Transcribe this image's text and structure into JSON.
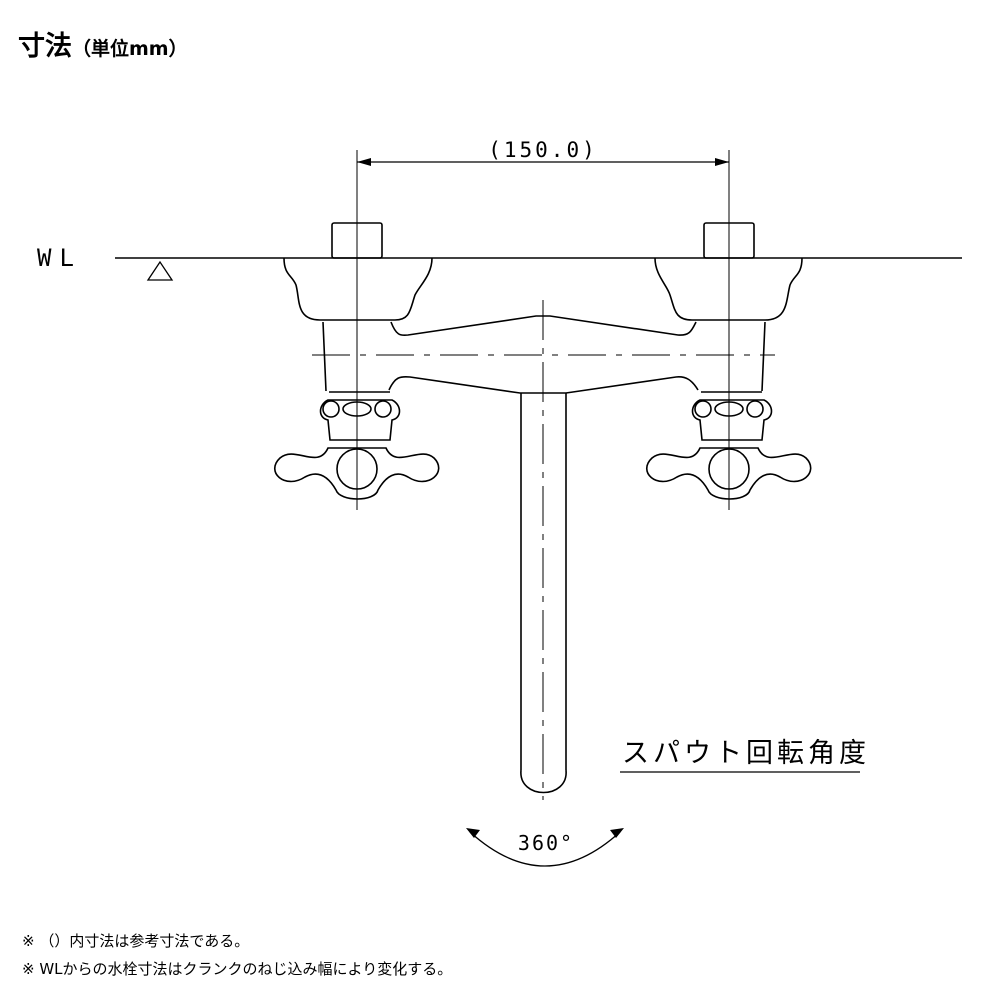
{
  "title": {
    "main": "寸法",
    "unit": "（単位mm）"
  },
  "drawing": {
    "dimension_label": "(150.0)",
    "wl_label": "WL",
    "spout_label": "スパウト回転角度",
    "rotation_label": "360°"
  },
  "notes": [
    "※ （）内寸法は参考寸法である。",
    "※ WLからの水栓寸法はクランクのねじ込み幅により変化する。"
  ]
}
